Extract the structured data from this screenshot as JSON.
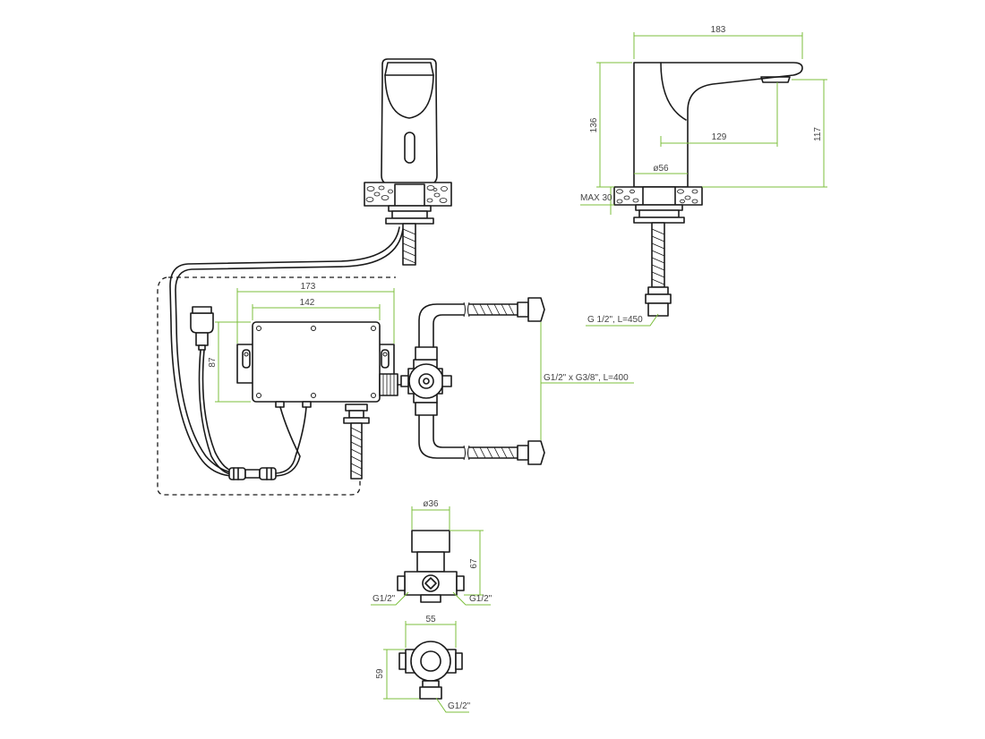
{
  "drawing": {
    "colors": {
      "line": "#1a1a1a",
      "dimension": "#7cbf3c",
      "text": "#444444",
      "background": "#ffffff"
    },
    "side_view": {
      "width": "183",
      "height": "136",
      "spout_height": "117",
      "spout_reach": "129",
      "base_diameter": "ø56",
      "max_deck": "MAX 30",
      "supply_hose": "G 1/2\", L=450"
    },
    "control_box": {
      "outer_width": "173",
      "inner_width": "142",
      "height": "87"
    },
    "hoses": {
      "spec": "G1/2\" x G3/8\", L=400"
    },
    "valve_front": {
      "diameter": "ø36",
      "height": "67",
      "left_thread": "G1/2\"",
      "right_thread": "G1/2\""
    },
    "valve_top": {
      "width": "55",
      "depth": "59",
      "thread": "G1/2\""
    }
  }
}
